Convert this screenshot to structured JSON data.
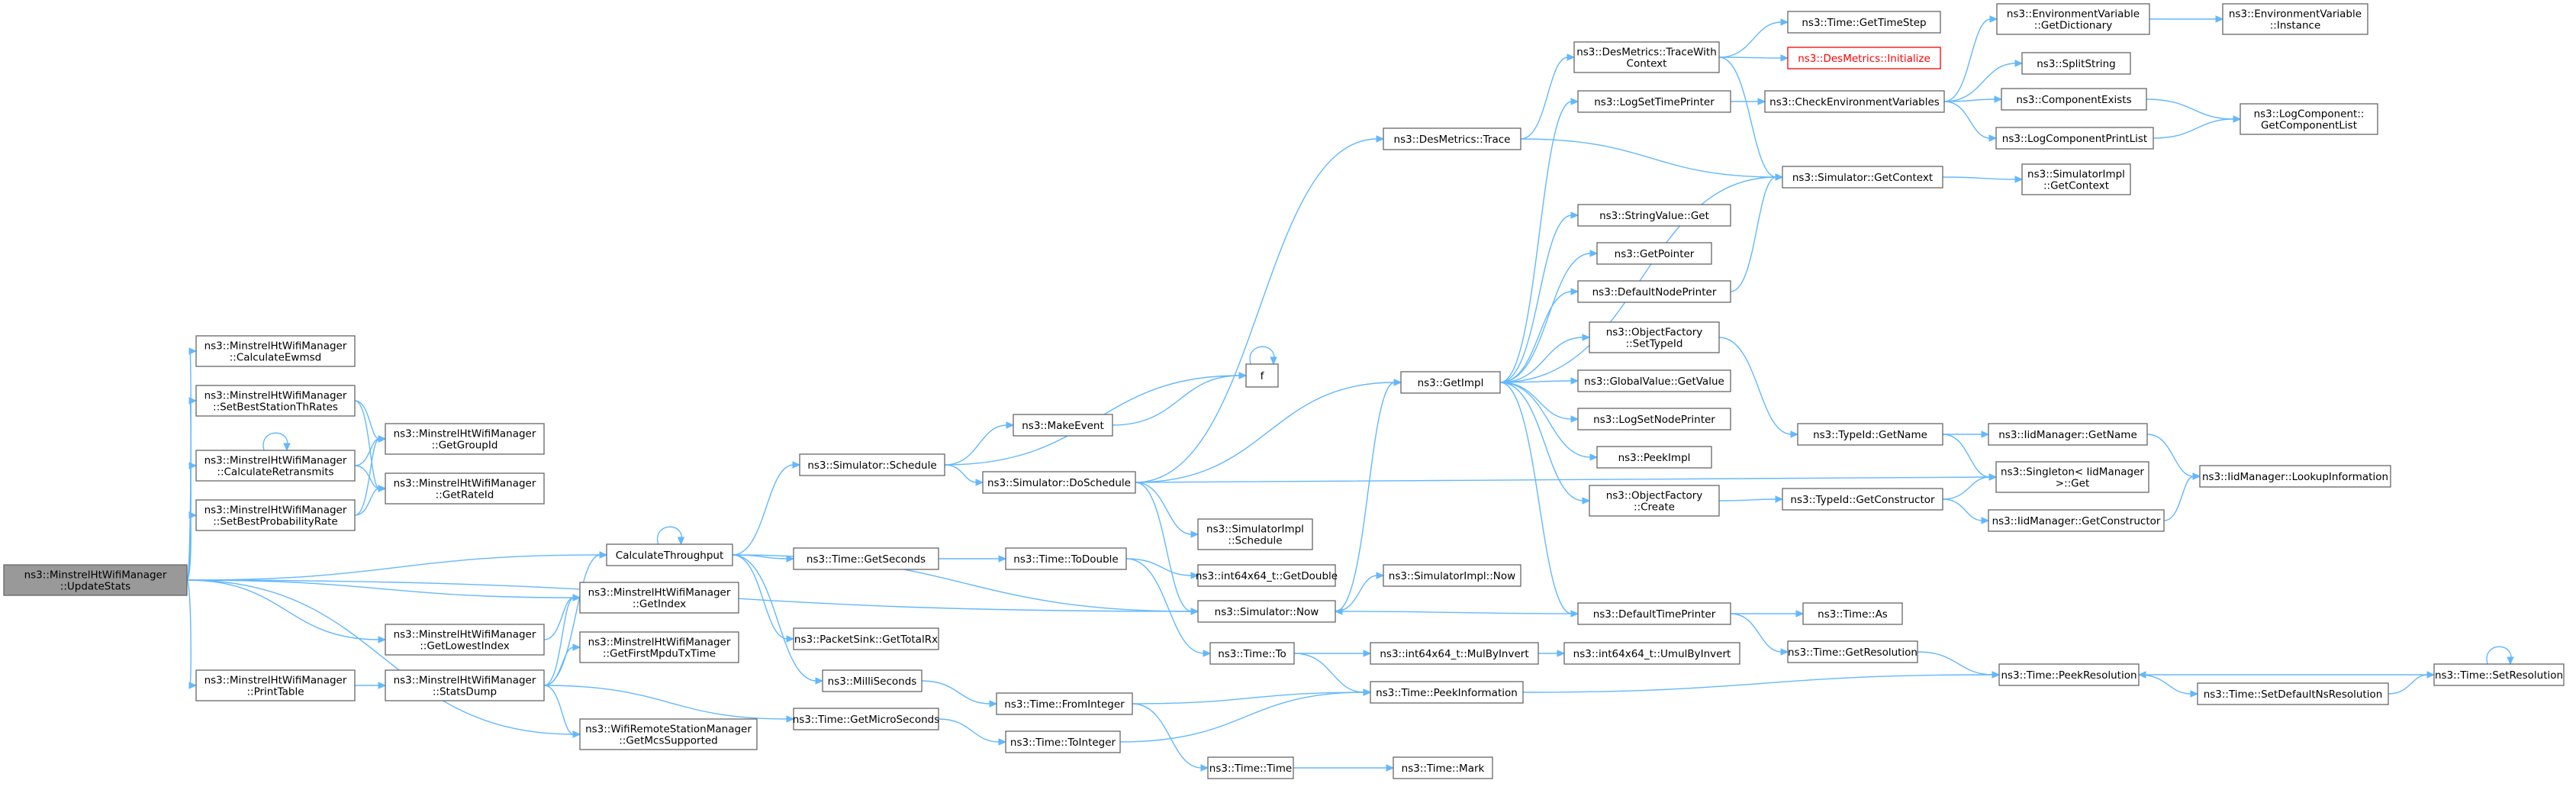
{
  "nodes": {
    "updatestats": [
      "ns3::MinstrelHtWifiManager",
      "::UpdateStats"
    ],
    "calcewmsd": [
      "ns3::MinstrelHtWifiManager",
      "::CalculateEwmsd"
    ],
    "setbeststation": [
      "ns3::MinstrelHtWifiManager",
      "::SetBestStationThRates"
    ],
    "calcretrans": [
      "ns3::MinstrelHtWifiManager",
      "::CalculateRetransmits"
    ],
    "setbestprob": [
      "ns3::MinstrelHtWifiManager",
      "::SetBestProbabilityRate"
    ],
    "getgroupid": [
      "ns3::MinstrelHtWifiManager",
      "::GetGroupId"
    ],
    "getrateid": [
      "ns3::MinstrelHtWifiManager",
      "::GetRateId"
    ],
    "calcthroughput": [
      "CalculateThroughput"
    ],
    "getindex": [
      "ns3::MinstrelHtWifiManager",
      "::GetIndex"
    ],
    "getlowestindex": [
      "ns3::MinstrelHtWifiManager",
      "::GetLowestIndex"
    ],
    "printtable": [
      "ns3::MinstrelHtWifiManager",
      "::PrintTable"
    ],
    "statsdump": [
      "ns3::MinstrelHtWifiManager",
      "::StatsDump"
    ],
    "getfirstmpdu": [
      "ns3::MinstrelHtWifiManager",
      "::GetFirstMpduTxTime"
    ],
    "getmcssupported": [
      "ns3::WifiRemoteStationManager",
      "::GetMcsSupported"
    ],
    "schedule": [
      "ns3::Simulator::Schedule"
    ],
    "doschedule": [
      "ns3::Simulator::DoSchedule"
    ],
    "makeevent": [
      "ns3::MakeEvent"
    ],
    "f": [
      "f"
    ],
    "simimplschedule": [
      "ns3::SimulatorImpl",
      "::Schedule"
    ],
    "getseconds": [
      "ns3::Time::GetSeconds"
    ],
    "todouble": [
      "ns3::Time::ToDouble"
    ],
    "int64getdouble": [
      "ns3::int64x64_t::GetDouble"
    ],
    "simnow": [
      "ns3::Simulator::Now"
    ],
    "simimplnow": [
      "ns3::SimulatorImpl::Now"
    ],
    "gettotalrx": [
      "ns3::PacketSink::GetTotalRx"
    ],
    "milliseconds": [
      "ns3::MilliSeconds"
    ],
    "timeto": [
      "ns3::Time::To"
    ],
    "fromint": [
      "ns3::Time::FromInteger"
    ],
    "getmicro": [
      "ns3::Time::GetMicroSeconds"
    ],
    "tointeger": [
      "ns3::Time::ToInteger"
    ],
    "timetime": [
      "ns3::Time::Time"
    ],
    "timemark": [
      "ns3::Time::Mark"
    ],
    "mulbyinvert": [
      "ns3::int64x64_t::MulByInvert"
    ],
    "umulbyinvert": [
      "ns3::int64x64_t::UmulByInvert"
    ],
    "peekinfo": [
      "ns3::Time::PeekInformation"
    ],
    "destrace": [
      "ns3::DesMetrics::Trace"
    ],
    "tracewithctx": [
      "ns3::DesMetrics::TraceWith",
      "Context"
    ],
    "gettimestep": [
      "ns3::Time::GetTimeStep"
    ],
    "desinit": [
      "ns3::DesMetrics::Initialize"
    ],
    "logsettimeprinter": [
      "ns3::LogSetTimePrinter"
    ],
    "checkenv": [
      "ns3::CheckEnvironmentVariables"
    ],
    "envgetdict": [
      "ns3::EnvironmentVariable",
      "::GetDictionary"
    ],
    "envinstance": [
      "ns3::EnvironmentVariable",
      "::Instance"
    ],
    "splitstring": [
      "ns3::SplitString"
    ],
    "compexists": [
      "ns3::ComponentExists"
    ],
    "logcompprintlist": [
      "ns3::LogComponentPrintList"
    ],
    "logcomplist": [
      "ns3::LogComponent::",
      "GetComponentList"
    ],
    "simgetctx": [
      "ns3::Simulator::GetContext"
    ],
    "simimplgetctx": [
      "ns3::SimulatorImpl",
      "::GetContext"
    ],
    "getimpl": [
      "ns3::GetImpl"
    ],
    "stringvalueget": [
      "ns3::StringValue::Get"
    ],
    "getpointer": [
      "ns3::GetPointer"
    ],
    "defnodeprinter": [
      "ns3::DefaultNodePrinter"
    ],
    "objsettypeid": [
      "ns3::ObjectFactory",
      "::SetTypeId"
    ],
    "globalvalue": [
      "ns3::GlobalValue::GetValue"
    ],
    "logsetnodeprinter": [
      "ns3::LogSetNodePrinter"
    ],
    "peekimpl": [
      "ns3::PeekImpl"
    ],
    "objcreate": [
      "ns3::ObjectFactory",
      "::Create"
    ],
    "deftimeprinter": [
      "ns3::DefaultTimePrinter"
    ],
    "typeidgetname": [
      "ns3::TypeId::GetName"
    ],
    "iidgetname": [
      "ns3::IidManager::GetName"
    ],
    "singletonget": [
      "ns3::Singleton< IidManager",
      " >::Get"
    ],
    "iidlookup": [
      "ns3::IidManager::LookupInformation"
    ],
    "typeidgetctor": [
      "ns3::TypeId::GetConstructor"
    ],
    "iidgetctor": [
      "ns3::IidManager::GetConstructor"
    ],
    "timeas": [
      "ns3::Time::As"
    ],
    "getresolution": [
      "ns3::Time::GetResolution"
    ],
    "peekres": [
      "ns3::Time::PeekResolution"
    ],
    "setres": [
      "ns3::Time::SetResolution"
    ],
    "setdefaultns": [
      "ns3::Time::SetDefaultNsResolution"
    ]
  }
}
